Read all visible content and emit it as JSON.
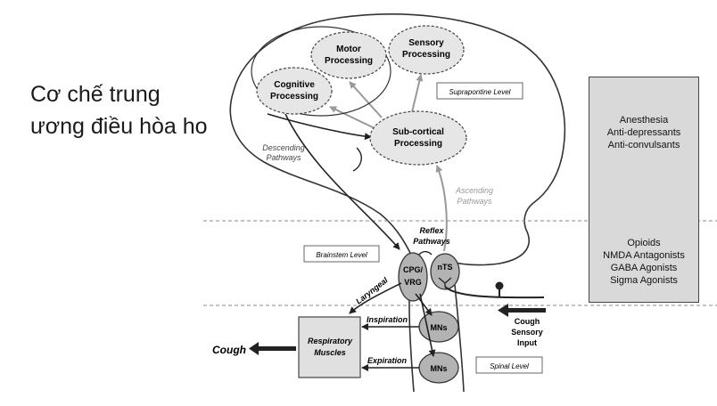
{
  "title": "Cơ chế trung ương điều hòa ho",
  "levels": {
    "suprapontine": "Suprapontine Level",
    "brainstem": "Brainstem Level",
    "spinal": "Spinal Level"
  },
  "nodes": {
    "motor": [
      "Motor",
      "Processing"
    ],
    "sensory": [
      "Sensory",
      "Processing"
    ],
    "cognitive": [
      "Cognitive",
      "Processing"
    ],
    "subcortical": [
      "Sub-cortical",
      "Processing"
    ],
    "cpg": [
      "CPG/",
      "VRG"
    ],
    "nts": "nTS",
    "mns_upper": "MNs",
    "mns_lower": "MNs",
    "respiratory": [
      "Respiratory",
      "Muscles"
    ]
  },
  "labels": {
    "descending": [
      "Descending",
      "Pathways"
    ],
    "ascending": [
      "Ascending",
      "Pathways"
    ],
    "reflex": [
      "Reflex",
      "Pathways"
    ],
    "laryngeal": "Laryngeal",
    "inspiration": "Inspiration",
    "expiration": "Expiration",
    "cough": "Cough",
    "cough_input": [
      "Cough",
      "Sensory",
      "Input"
    ]
  },
  "drugs": {
    "suprapontine": [
      "Anesthesia",
      "Anti-depressants",
      "Anti-convulsants"
    ],
    "brainstem": [
      "Opioids",
      "NMDA Antagonists",
      "GABA Agonists",
      "Sigma Agonists"
    ]
  }
}
